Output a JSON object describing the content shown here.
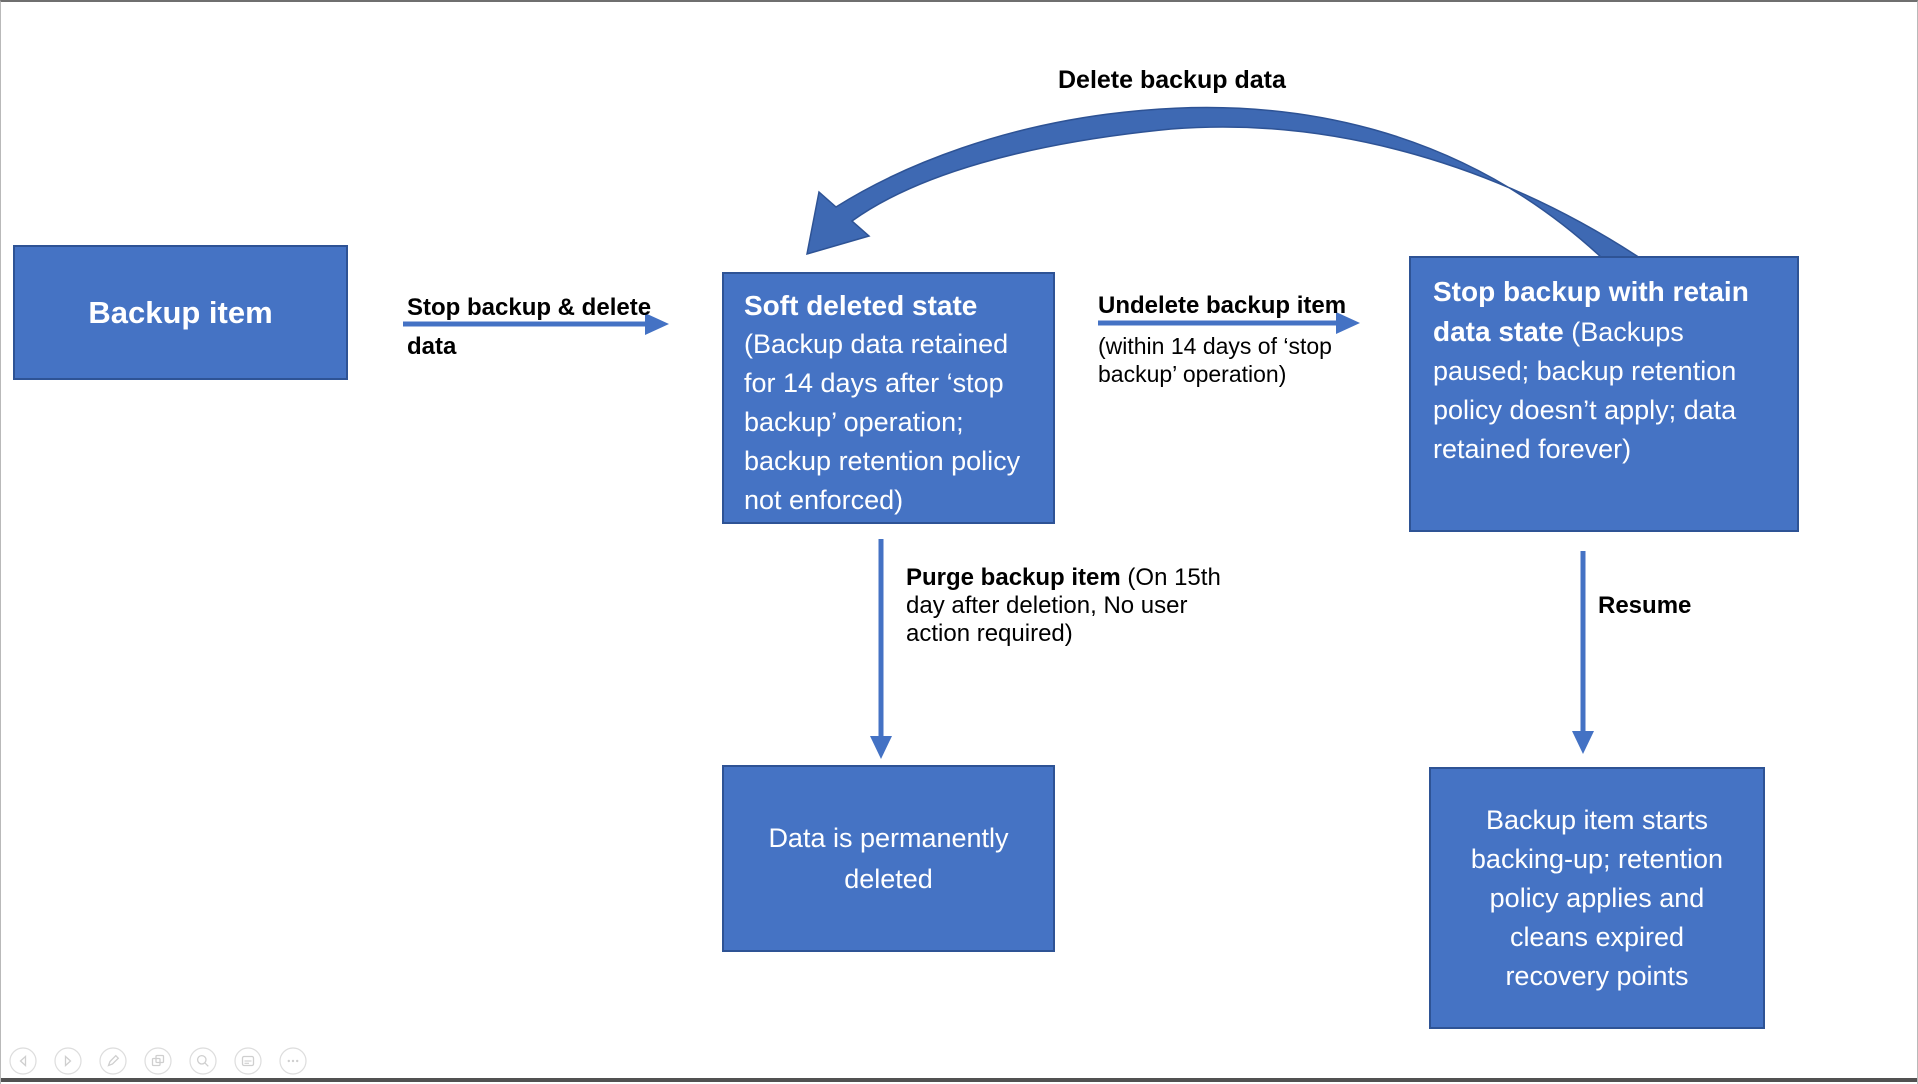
{
  "diagram": {
    "boxes": {
      "backup_item": {
        "title": "Backup item"
      },
      "soft_deleted": {
        "title": "Soft deleted state",
        "body": "(Backup data retained\nfor 14 days after ‘stop\nbackup’ operation;\nbackup retention policy\nnot enforced)"
      },
      "retain_state": {
        "title": "Stop backup with retain\ndata state",
        "body": " (Backups\npaused; backup retention\npolicy doesn’t apply; data\nretained forever)"
      },
      "permanently_deleted": {
        "body": "Data is permanently\ndeleted"
      },
      "resume_result": {
        "body": "Backup item starts\nbacking-up; retention\npolicy applies and\ncleans expired\nrecovery points"
      }
    },
    "transitions": {
      "stop_backup_delete": "Stop backup & delete\ndata",
      "delete_backup_data": "Delete backup data",
      "undelete_title": "Undelete backup item",
      "undelete_body": "(within 14 days of ‘stop\nbackup’ operation)",
      "purge_title": "Purge backup item",
      "purge_body": " (On 15th\nday after deletion, No user\naction required)",
      "resume": "Resume"
    },
    "colors": {
      "box_fill": "#4573c4",
      "box_border": "#2e5395",
      "arrow_blue": "#4472c4",
      "curved_arrow_fill": "#3e69b3",
      "label_text": "#000000",
      "box_text": "#ffffff"
    }
  },
  "toolbar": {
    "icons": [
      "previous-slide",
      "next-slide",
      "pen",
      "see-all-slides",
      "zoom",
      "captions",
      "more-options"
    ]
  }
}
